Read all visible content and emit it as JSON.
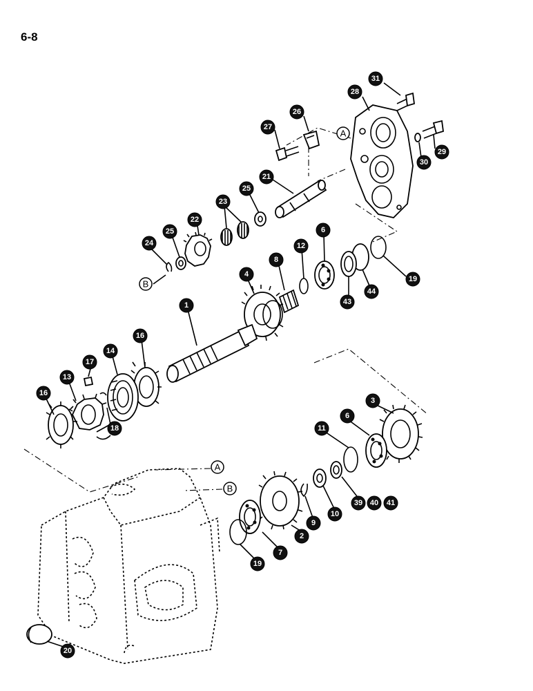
{
  "page": {
    "number": "6-8"
  },
  "references": [
    {
      "id": "ref-a-top",
      "letter": "A"
    },
    {
      "id": "ref-b-left",
      "letter": "B"
    },
    {
      "id": "ref-a-bottom",
      "letter": "A"
    },
    {
      "id": "ref-b-bottom",
      "letter": "B"
    }
  ],
  "callouts": [
    "31",
    "28",
    "26",
    "27",
    "29",
    "30",
    "21",
    "25",
    "23",
    "22",
    "25",
    "24",
    "12",
    "6",
    "8",
    "4",
    "19",
    "44",
    "43",
    "1",
    "16",
    "14",
    "17",
    "13",
    "16",
    "18",
    "3",
    "6",
    "11",
    "39",
    "40",
    "41",
    "10",
    "9",
    "2",
    "7",
    "19",
    "20"
  ]
}
